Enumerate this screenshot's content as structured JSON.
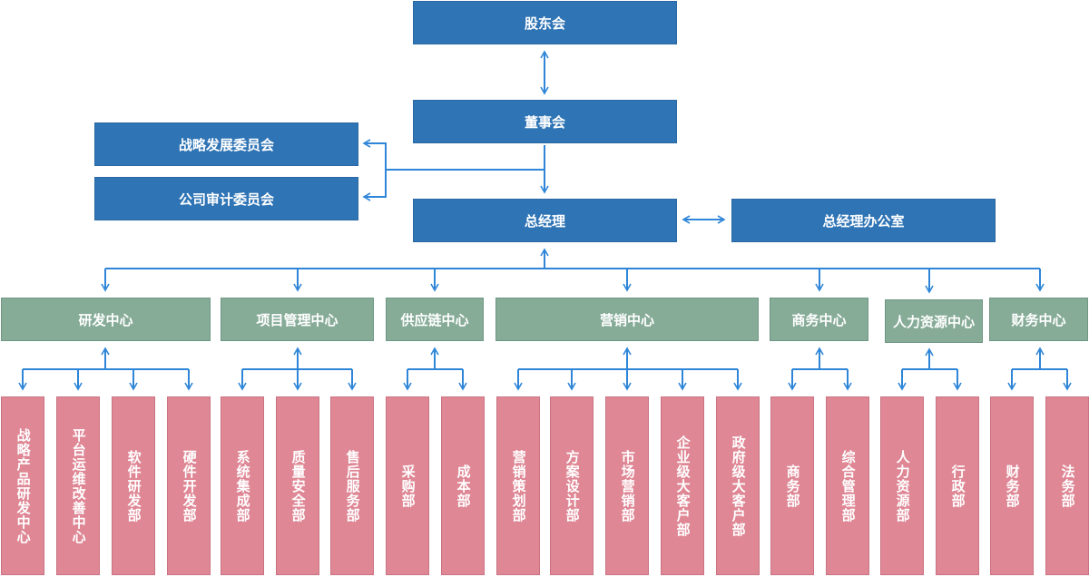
{
  "top": {
    "shareholders": "股东会",
    "board": "董事会",
    "strategy_committee": "战略发展委员会",
    "audit_committee": "公司审计委员会",
    "gm": "总经理",
    "gm_office": "总经理办公室"
  },
  "centers": [
    {
      "name": "研发中心",
      "depts": [
        "战略产品研发中心",
        "平台运维改善中心",
        "软件研发部",
        "硬件开发部"
      ]
    },
    {
      "name": "项目管理中心",
      "depts": [
        "系统集成部",
        "质量安全部",
        "售后服务部"
      ]
    },
    {
      "name": "供应链中心",
      "depts": [
        "采购部",
        "成本部"
      ]
    },
    {
      "name": "营销中心",
      "depts": [
        "营销策划部",
        "方案设计部",
        "市场营销部",
        "企业级大客户部",
        "政府级大客户部"
      ]
    },
    {
      "name": "商务中心",
      "depts": [
        "商务部",
        "综合管理部"
      ]
    },
    {
      "name": "人力资源中心",
      "depts": [
        "人力资源部",
        "行政部"
      ]
    },
    {
      "name": "财务中心",
      "depts": [
        "财务部",
        "法务部"
      ]
    }
  ],
  "colors": {
    "top_box": "#2f74b5",
    "center_box": "#86ac98",
    "dept_box": "#df8795",
    "connector": "#2f86d8"
  }
}
